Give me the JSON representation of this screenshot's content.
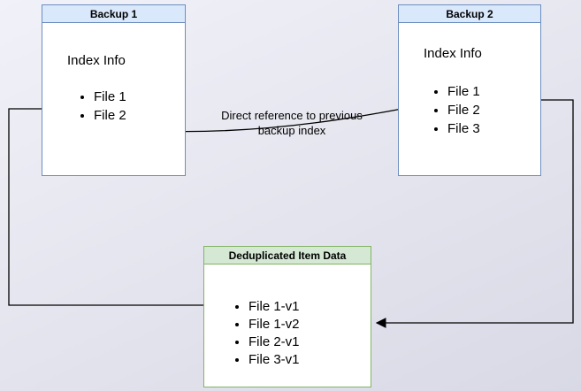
{
  "diagram": {
    "background_start": "#f1f1f9",
    "background_end": "#d8d9e5",
    "arrow_color": "#000000"
  },
  "boxes": {
    "backup1": {
      "title": "Backup 1",
      "subtitle": "Index Info",
      "items": [
        "File 1",
        "File 2"
      ],
      "header_fill": "#dae8fc",
      "border_color": "#6c8ebf"
    },
    "backup2": {
      "title": "Backup 2",
      "subtitle": "Index Info",
      "items": [
        "File 1",
        "File 2",
        "File 3"
      ],
      "header_fill": "#dae8fc",
      "border_color": "#6c8ebf"
    },
    "dedup": {
      "title": "Deduplicated Item Data",
      "items": [
        "File 1-v1",
        "File 1-v2",
        "File 2-v1",
        "File 3-v1"
      ],
      "header_fill": "#d5e8d4",
      "border_color": "#82b366"
    }
  },
  "annotations": {
    "direct_reference_label": "Direct reference to previous backup index"
  }
}
